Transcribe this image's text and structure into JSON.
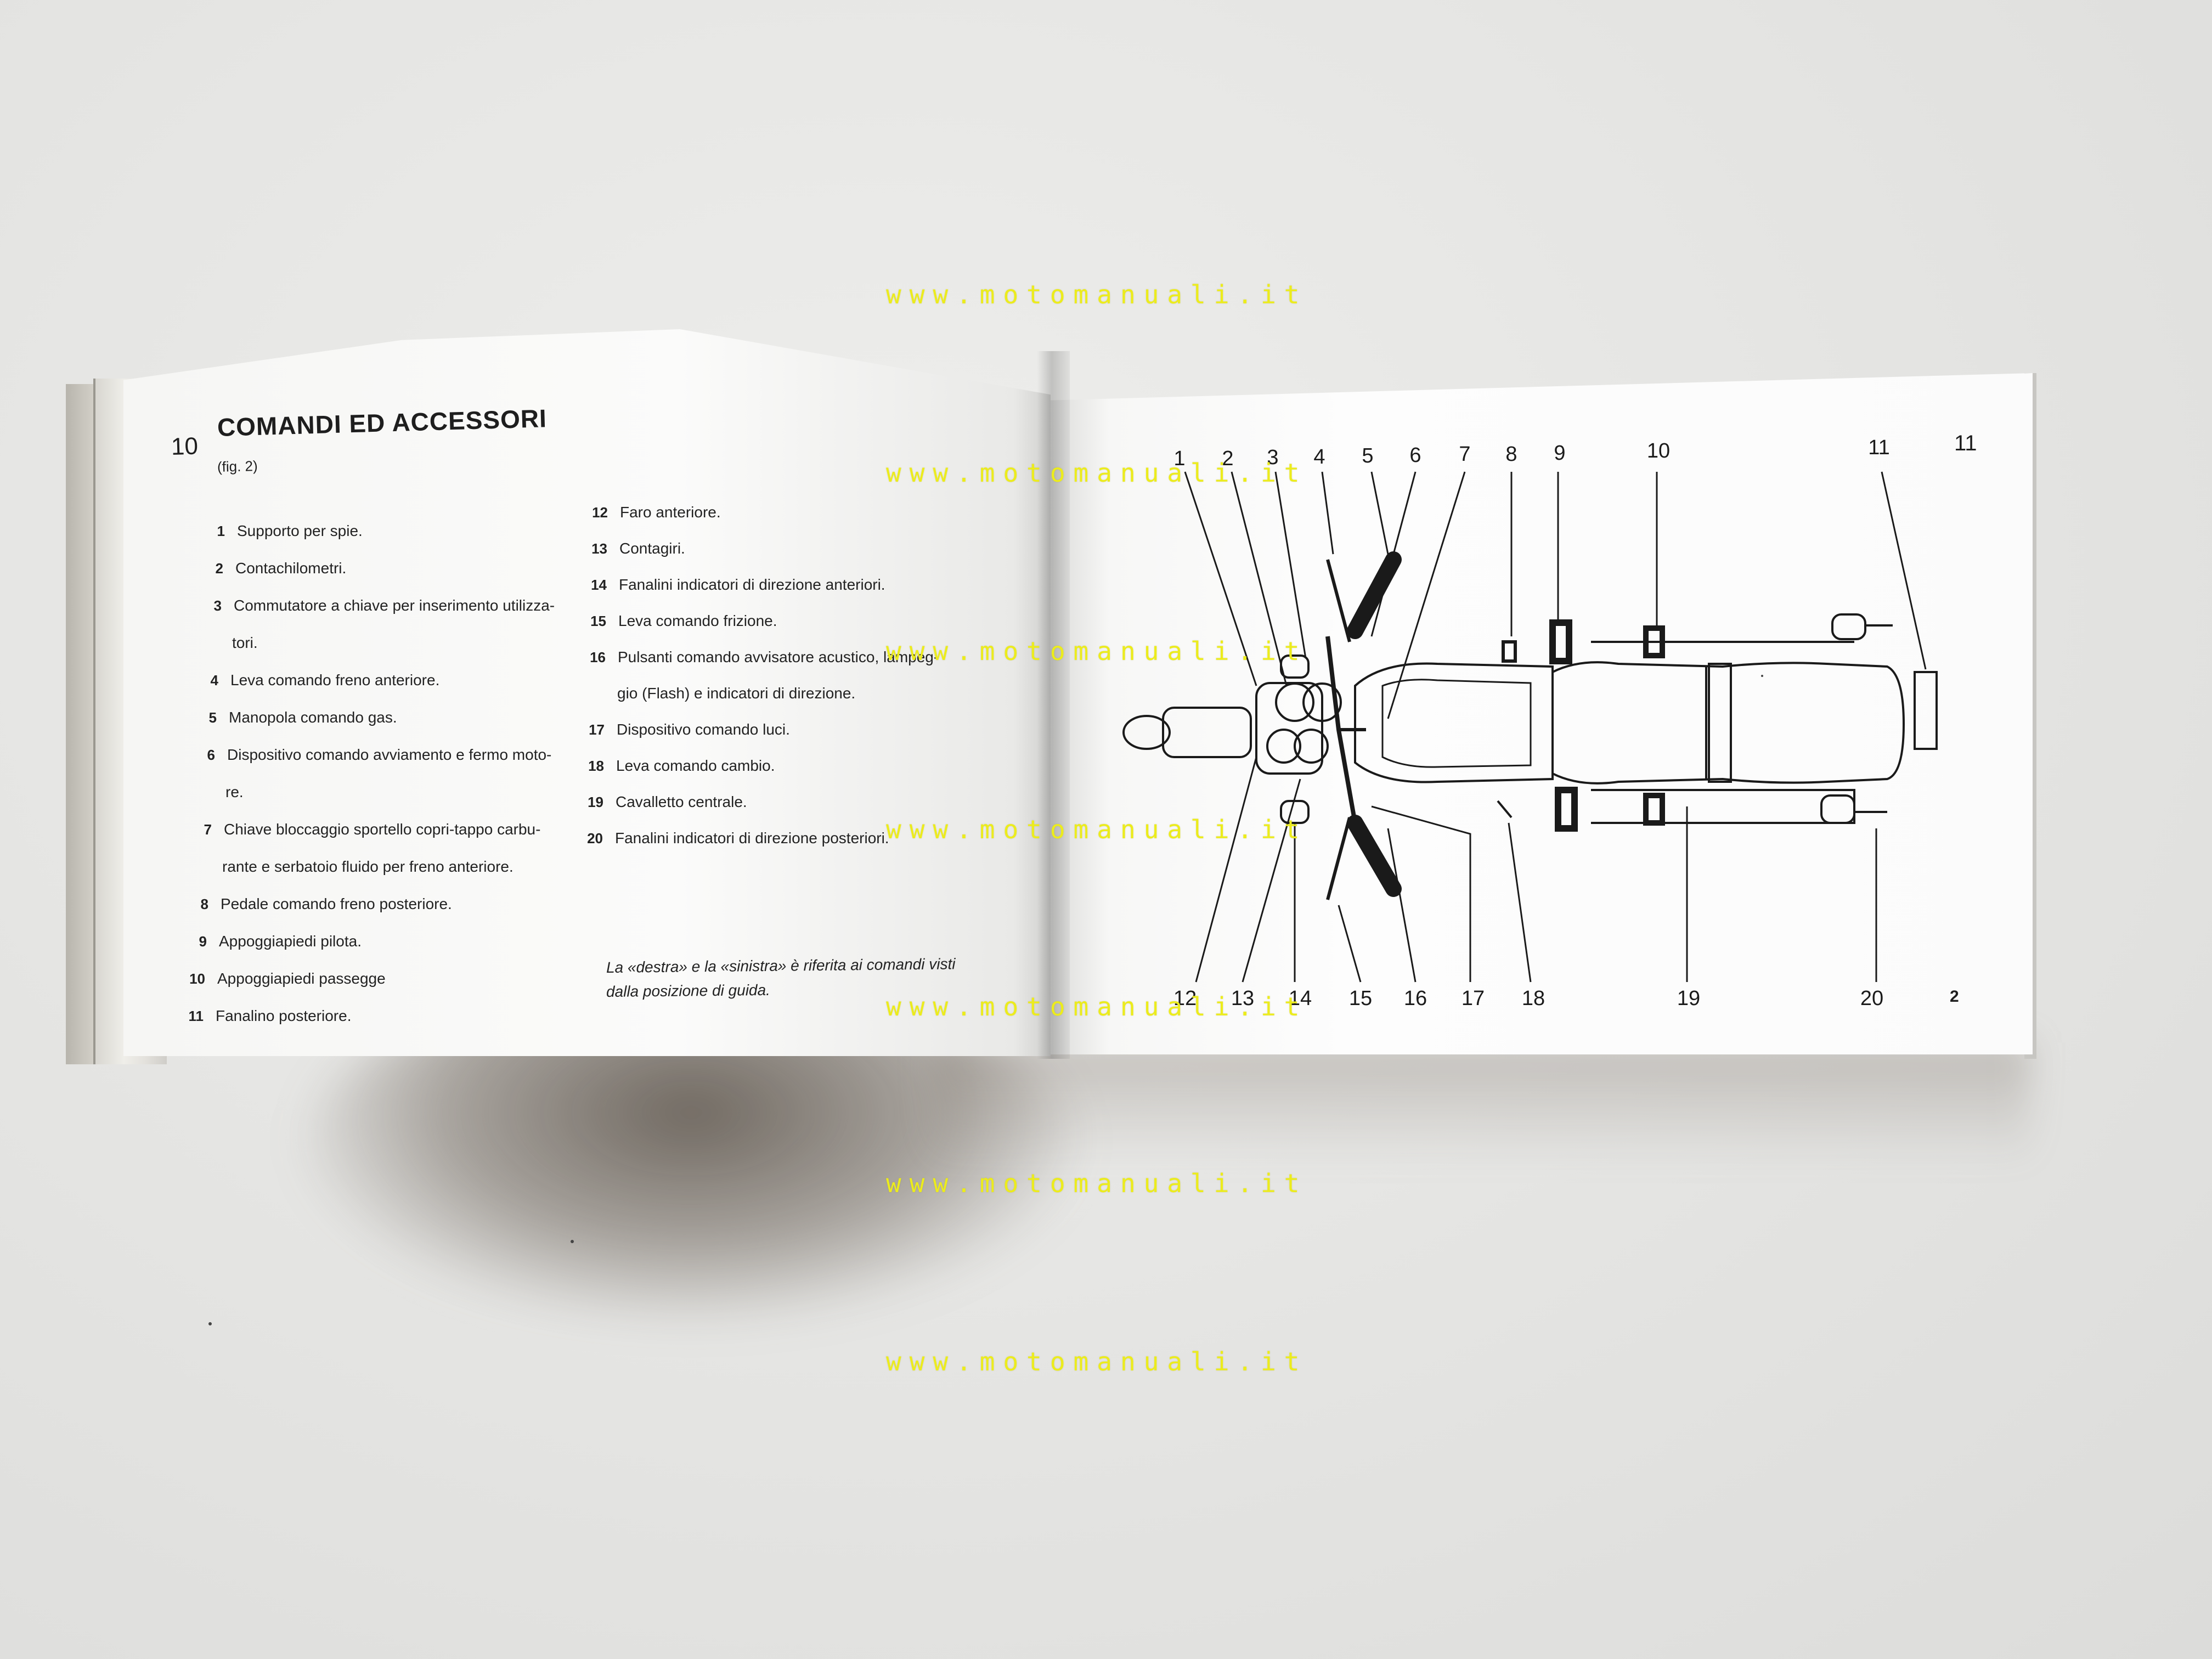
{
  "left_page": {
    "page_number": "10",
    "title": "COMANDI ED ACCESSORI",
    "subtitle": "(fig. 2)",
    "items_col1": [
      {
        "n": "1",
        "text": "Supporto per spie."
      },
      {
        "n": "2",
        "text": "Contachilometri."
      },
      {
        "n": "3",
        "text": "Commutatore a chiave per inserimento utilizza-"
      },
      {
        "n": "",
        "text": "tori."
      },
      {
        "n": "4",
        "text": "Leva comando freno anteriore."
      },
      {
        "n": "5",
        "text": "Manopola comando gas."
      },
      {
        "n": "6",
        "text": "Dispositivo comando avviamento e fermo moto-"
      },
      {
        "n": "",
        "text": "re."
      },
      {
        "n": "7",
        "text": "Chiave bloccaggio sportello copri-tappo carbu-"
      },
      {
        "n": "",
        "text": "rante e serbatoio fluido per freno anteriore."
      },
      {
        "n": "8",
        "text": "Pedale comando freno posteriore."
      },
      {
        "n": "9",
        "text": "Appoggiapiedi pilota."
      },
      {
        "n": "10",
        "text": "Appoggiapiedi passegge"
      },
      {
        "n": "11",
        "text": "Fanalino posteriore."
      }
    ],
    "items_col2": [
      {
        "n": "12",
        "text": "Faro anteriore."
      },
      {
        "n": "13",
        "text": "Contagiri."
      },
      {
        "n": "14",
        "text": "Fanalini indicatori di direzione anteriori."
      },
      {
        "n": "15",
        "text": "Leva comando frizione."
      },
      {
        "n": "16",
        "text": "Pulsanti comando avvisatore acustico, lampeg-"
      },
      {
        "n": "",
        "text": "gio (Flash) e indicatori di direzione."
      },
      {
        "n": "17",
        "text": "Dispositivo comando luci."
      },
      {
        "n": "18",
        "text": "Leva comando cambio."
      },
      {
        "n": "19",
        "text": "Cavalletto centrale."
      },
      {
        "n": "20",
        "text": "Fanalini indicatori di direzione posteriori."
      }
    ],
    "note_line1": "La «destra» e la «sinistra» è riferita ai comandi visti",
    "note_line2": "dalla posizione di guida."
  },
  "right_page": {
    "page_number": "11",
    "figure_number": "2",
    "callouts_top": [
      "1",
      "2",
      "3",
      "4",
      "5",
      "6",
      "7",
      "8",
      "9",
      "10",
      "11"
    ],
    "callouts_bottom": [
      "12",
      "13",
      "14",
      "15",
      "16",
      "17",
      "18",
      "19",
      "20"
    ]
  },
  "watermark": {
    "text": "www.motomanuali.it",
    "color": "#ecec1c"
  }
}
